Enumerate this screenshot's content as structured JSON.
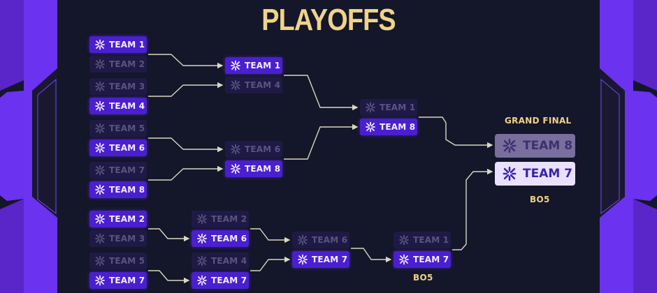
{
  "title": "PLAYOFFS",
  "colors": {
    "background": "#14162a",
    "side_panel": "#6b32f0",
    "title": "#f1d388",
    "winner_box": "#4a1fd0",
    "loser_box": "#1f1a45",
    "grand_final_loser": "#7a6e9c",
    "grand_final_winner": "#e9e1ff",
    "connector": "#d8d9c0"
  },
  "upper_bracket": {
    "round1": [
      {
        "team": "TEAM 1",
        "status": "win"
      },
      {
        "team": "TEAM 2",
        "status": "lose"
      },
      {
        "team": "TEAM 3",
        "status": "lose"
      },
      {
        "team": "TEAM 4",
        "status": "win"
      },
      {
        "team": "TEAM 5",
        "status": "lose"
      },
      {
        "team": "TEAM 6",
        "status": "win"
      },
      {
        "team": "TEAM 7",
        "status": "lose"
      },
      {
        "team": "TEAM 8",
        "status": "win"
      }
    ],
    "semifinals": [
      {
        "team": "TEAM 1",
        "status": "win"
      },
      {
        "team": "TEAM 4",
        "status": "lose"
      },
      {
        "team": "TEAM 6",
        "status": "lose"
      },
      {
        "team": "TEAM 8",
        "status": "win"
      }
    ],
    "final": [
      {
        "team": "TEAM 1",
        "status": "lose"
      },
      {
        "team": "TEAM 8",
        "status": "win"
      }
    ]
  },
  "lower_bracket": {
    "round1": [
      {
        "team": "TEAM 2",
        "status": "win"
      },
      {
        "team": "TEAM 3",
        "status": "lose"
      },
      {
        "team": "TEAM 5",
        "status": "lose"
      },
      {
        "team": "TEAM 7",
        "status": "win"
      }
    ],
    "round2": [
      {
        "team": "TEAM 2",
        "status": "lose"
      },
      {
        "team": "TEAM 6",
        "status": "win"
      },
      {
        "team": "TEAM 4",
        "status": "lose"
      },
      {
        "team": "TEAM 7",
        "status": "win"
      }
    ],
    "semifinal": [
      {
        "team": "TEAM 6",
        "status": "lose"
      },
      {
        "team": "TEAM 7",
        "status": "win"
      }
    ],
    "final": [
      {
        "team": "TEAM 1",
        "status": "lose"
      },
      {
        "team": "TEAM 7",
        "status": "win"
      }
    ],
    "final_format": "BO5"
  },
  "grand_final": {
    "label": "GRAND FINAL",
    "teams": [
      {
        "team": "TEAM 8",
        "status": "lose"
      },
      {
        "team": "TEAM 7",
        "status": "win"
      }
    ],
    "format": "BO5"
  }
}
